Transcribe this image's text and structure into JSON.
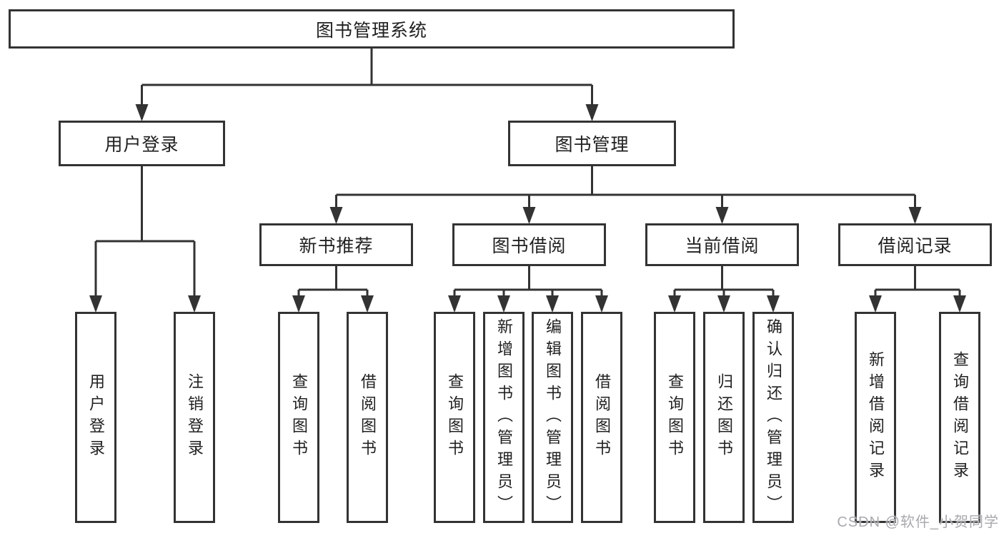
{
  "nodes": {
    "root": "图书管理系统",
    "level2": [
      "用户登录",
      "图书管理"
    ],
    "level3": [
      "新书推荐",
      "图书借阅",
      "当前借阅",
      "借阅记录"
    ],
    "leaves": [
      "用户登录",
      "注销登录",
      "查询图书",
      "借阅图书",
      "查询图书",
      "新增图书（管理员）",
      "编辑图书（管理员）",
      "借阅图书",
      "查询图书",
      "归还图书",
      "确认归还（管理员）",
      "新增借阅记录",
      "查询借阅记录"
    ]
  },
  "hierarchy": {
    "图书管理系统": {
      "用户登录": [
        "用户登录",
        "注销登录"
      ],
      "图书管理": {
        "新书推荐": [
          "查询图书",
          "借阅图书"
        ],
        "图书借阅": [
          "查询图书",
          "新增图书（管理员）",
          "编辑图书（管理员）",
          "借阅图书"
        ],
        "当前借阅": [
          "查询图书",
          "归还图书",
          "确认归还（管理员）"
        ],
        "借阅记录": [
          "新增借阅记录",
          "查询借阅记录"
        ]
      }
    }
  },
  "watermark": {
    "text": "CSDN @软件_小贺同学"
  }
}
